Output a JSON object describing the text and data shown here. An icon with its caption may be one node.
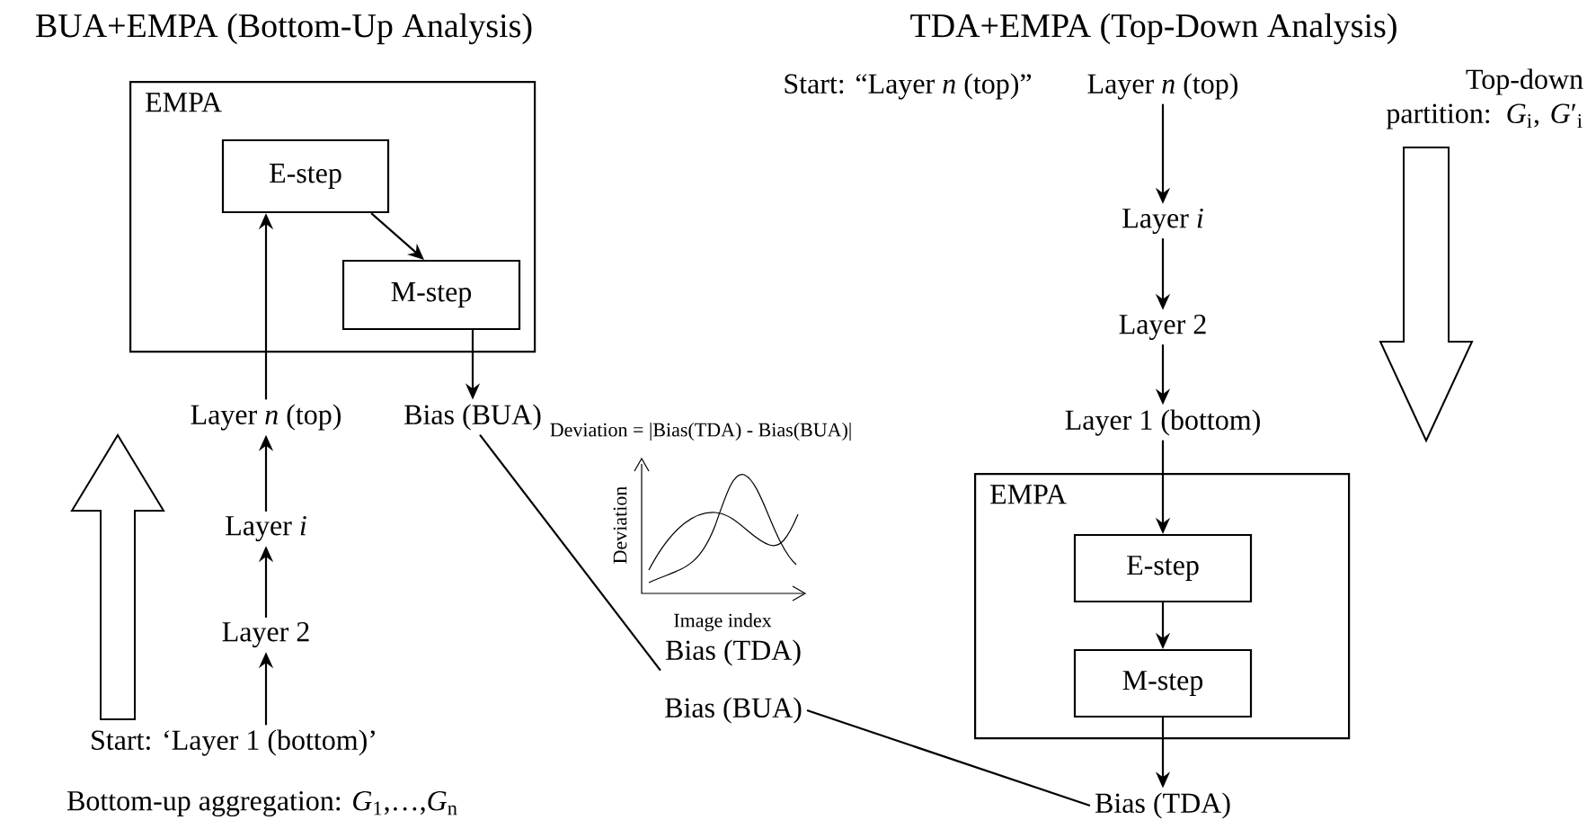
{
  "diagram": {
    "nodes": [
      {
        "text": [
          "EMPA"
        ]
      },
      {
        "text": [
          "E-step"
        ],
        "in": 0
      },
      {
        "text": [
          "M-step"
        ],
        "in": 0
      },
      {
        "text": [
          "Layer *n* (top)"
        ]
      },
      {
        "text": [
          "Bias (BUA)"
        ]
      },
      {
        "text": [
          "Layer *i*"
        ]
      },
      {
        "text": [
          "Layer 2"
        ]
      },
      {
        "text": [
          "Start: ‘Layer 1 (bottom)’"
        ]
      },
      {
        "text": [
          "Layer *n* (top)"
        ]
      },
      {
        "text": [
          "Layer *i*"
        ]
      },
      {
        "text": [
          "Layer 2"
        ]
      },
      {
        "text": [
          "Layer 1 (bottom)"
        ]
      },
      {
        "text": [
          "EMPA"
        ]
      },
      {
        "text": [
          "E-step"
        ],
        "in": 12
      },
      {
        "text": [
          "M-step"
        ],
        "in": 12
      },
      {
        "text": [
          "Bias (TDA)"
        ]
      },
      {
        "text": [
          "Bias (TDA)"
        ]
      },
      {
        "text": [
          "Bias (BUA)"
        ]
      }
    ],
    "edges": [
      {
        "from": 3,
        "to": 1,
        "arrow": "to"
      },
      {
        "from": 1,
        "to": 2,
        "arrow": "to"
      },
      {
        "from": 2,
        "to": 4,
        "arrow": "to"
      },
      {
        "from": 5,
        "to": 3,
        "arrow": "to"
      },
      {
        "from": 6,
        "to": 5,
        "arrow": "to"
      },
      {
        "from": 7,
        "to": 6,
        "arrow": "to"
      },
      {
        "from": 8,
        "to": 9,
        "arrow": "to"
      },
      {
        "from": 9,
        "to": 10,
        "arrow": "to"
      },
      {
        "from": 10,
        "to": 11,
        "arrow": "to"
      },
      {
        "from": 11,
        "to": 13,
        "arrow": "to"
      },
      {
        "from": 13,
        "to": 14,
        "arrow": "to"
      },
      {
        "from": 14,
        "to": 15,
        "arrow": "to"
      },
      {
        "from": 4,
        "to": 16,
        "arrow": "none"
      },
      {
        "from": 17,
        "to": 15,
        "arrow": "none"
      }
    ],
    "labels": [
      "BUA+EMPA (Bottom-Up Analysis)",
      "TDA+EMPA (Top-Down Analysis)",
      "Start: “Layer *n* (top)”",
      "Top-down partition: *G*$_{i}$, *G*′$_{i}$",
      "Deviation = |Bias(TDA) - Bias(BUA)|",
      "Deviation",
      "Image index",
      "Bottom-up aggregation: *G*$_{1}$,…,*G*$_{n}$"
    ]
  }
}
